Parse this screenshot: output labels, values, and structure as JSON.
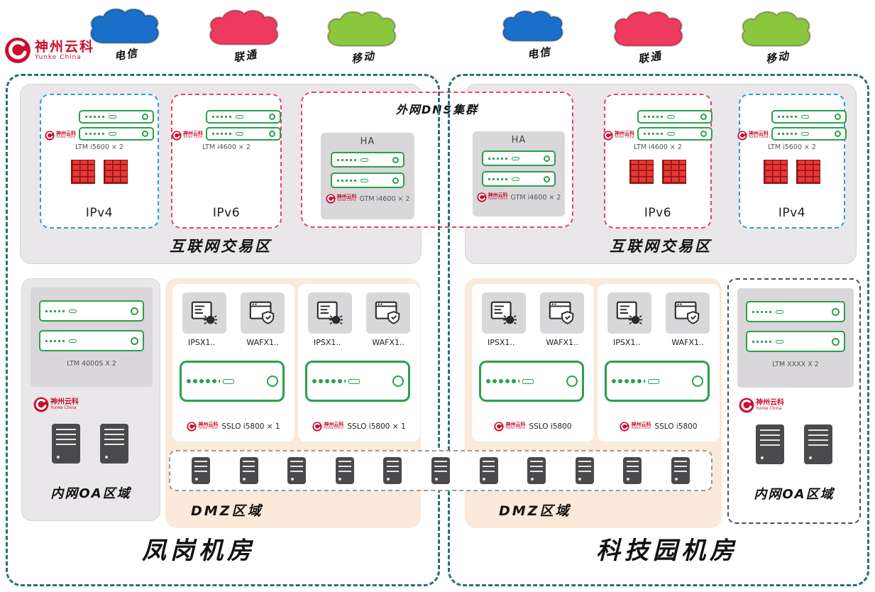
{
  "brand": {
    "name_cn": "神州云科",
    "name_en": "Yunke China"
  },
  "colors": {
    "teal_border": "#2e6e74",
    "zone_gray": "#e9e7ea",
    "inner_gray": "#d9d7da",
    "dmz_peach": "#fbe9d9",
    "device_green": "#2aa04d",
    "ipv4_blue": "#2e9bd6",
    "ipv6_red": "#ef3f63",
    "brand_red": "#c8102e",
    "firewall_red": "#e53935"
  },
  "clouds": [
    {
      "label": "电信",
      "color": "#1b6fc8"
    },
    {
      "label": "联通",
      "color": "#ee3a5e"
    },
    {
      "label": "移动",
      "color": "#8cc63e"
    },
    {
      "label": "电信",
      "color": "#1b6fc8"
    },
    {
      "label": "联通",
      "color": "#ee3a5e"
    },
    {
      "label": "移动",
      "color": "#8cc63e"
    }
  ],
  "dns_cluster": {
    "title": "外网DNS集群",
    "ha": "HA",
    "gtm": "GTM i4600 × 2"
  },
  "fenggang": {
    "name": "凤岗机房",
    "internet_zone": {
      "title": "互联网交易区",
      "ipv4_label": "IPv4",
      "ipv4_device": "LTM i5600 × 2",
      "ipv6_label": "IPv6",
      "ipv6_device": "LTM i4600 × 2"
    },
    "oa_zone": {
      "title": "内网OA区域",
      "device": "LTM 4000S X 2"
    },
    "dmz": {
      "title": "DMZ区域",
      "ips": "IPSX1..",
      "waf": "WAFX1..",
      "sslo_a": "SSLO i5800 × 1",
      "sslo_b": "SSLO i5800 × 1"
    }
  },
  "keji": {
    "name": "科技园机房",
    "internet_zone": {
      "title": "互联网交易区",
      "ipv4_label": "IPv4",
      "ipv4_device": "LTM i5600 × 2",
      "ipv6_label": "IPv6",
      "ipv6_device": "LTM i4600 × 2"
    },
    "oa_zone": {
      "title": "内网OA区域",
      "device": "LTM XXXX X 2"
    },
    "dmz": {
      "title": "DMZ区域",
      "ips": "IPSX1..",
      "waf": "WAFX1..",
      "sslo_a": "SSLO i5800",
      "sslo_b": "SSLO i5800"
    }
  }
}
